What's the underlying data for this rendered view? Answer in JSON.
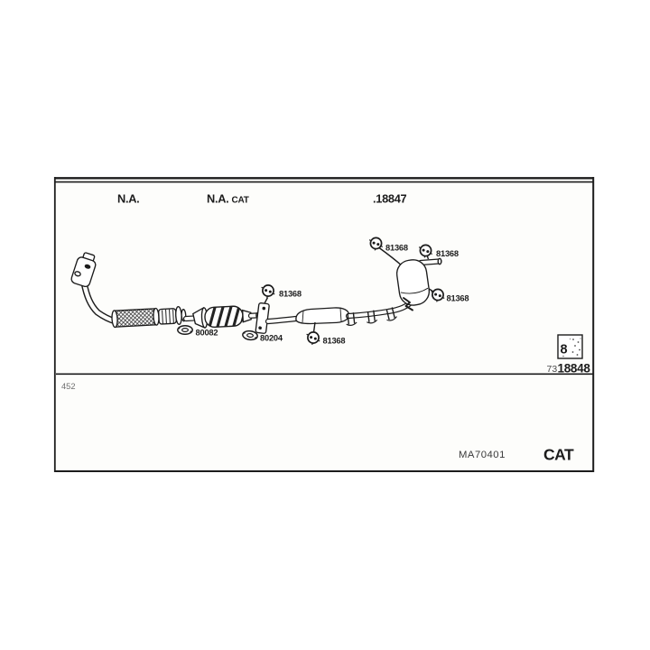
{
  "header": {
    "left_variant": "N.A.",
    "mid_variant": "N.A.",
    "mid_variant_suffix": "CAT",
    "system_number": ".18847"
  },
  "parts": {
    "hangers": [
      {
        "label": "81368"
      },
      {
        "label": "81368"
      },
      {
        "label": "81368"
      },
      {
        "label": "81368"
      },
      {
        "label": "81368"
      }
    ],
    "gaskets": [
      {
        "label": "80082"
      },
      {
        "label": "80204"
      }
    ]
  },
  "reference": {
    "prefix": "73",
    "number": "18848",
    "thumbnail_glyph": "8"
  },
  "footnote": "452",
  "footer": {
    "catalog_code": "MA70401",
    "brand": "CAT"
  },
  "colors": {
    "ink": "#1c1c1c",
    "muted": "#6e6e6e",
    "paper": "#ffffff",
    "panel": "#fdfdfb"
  }
}
